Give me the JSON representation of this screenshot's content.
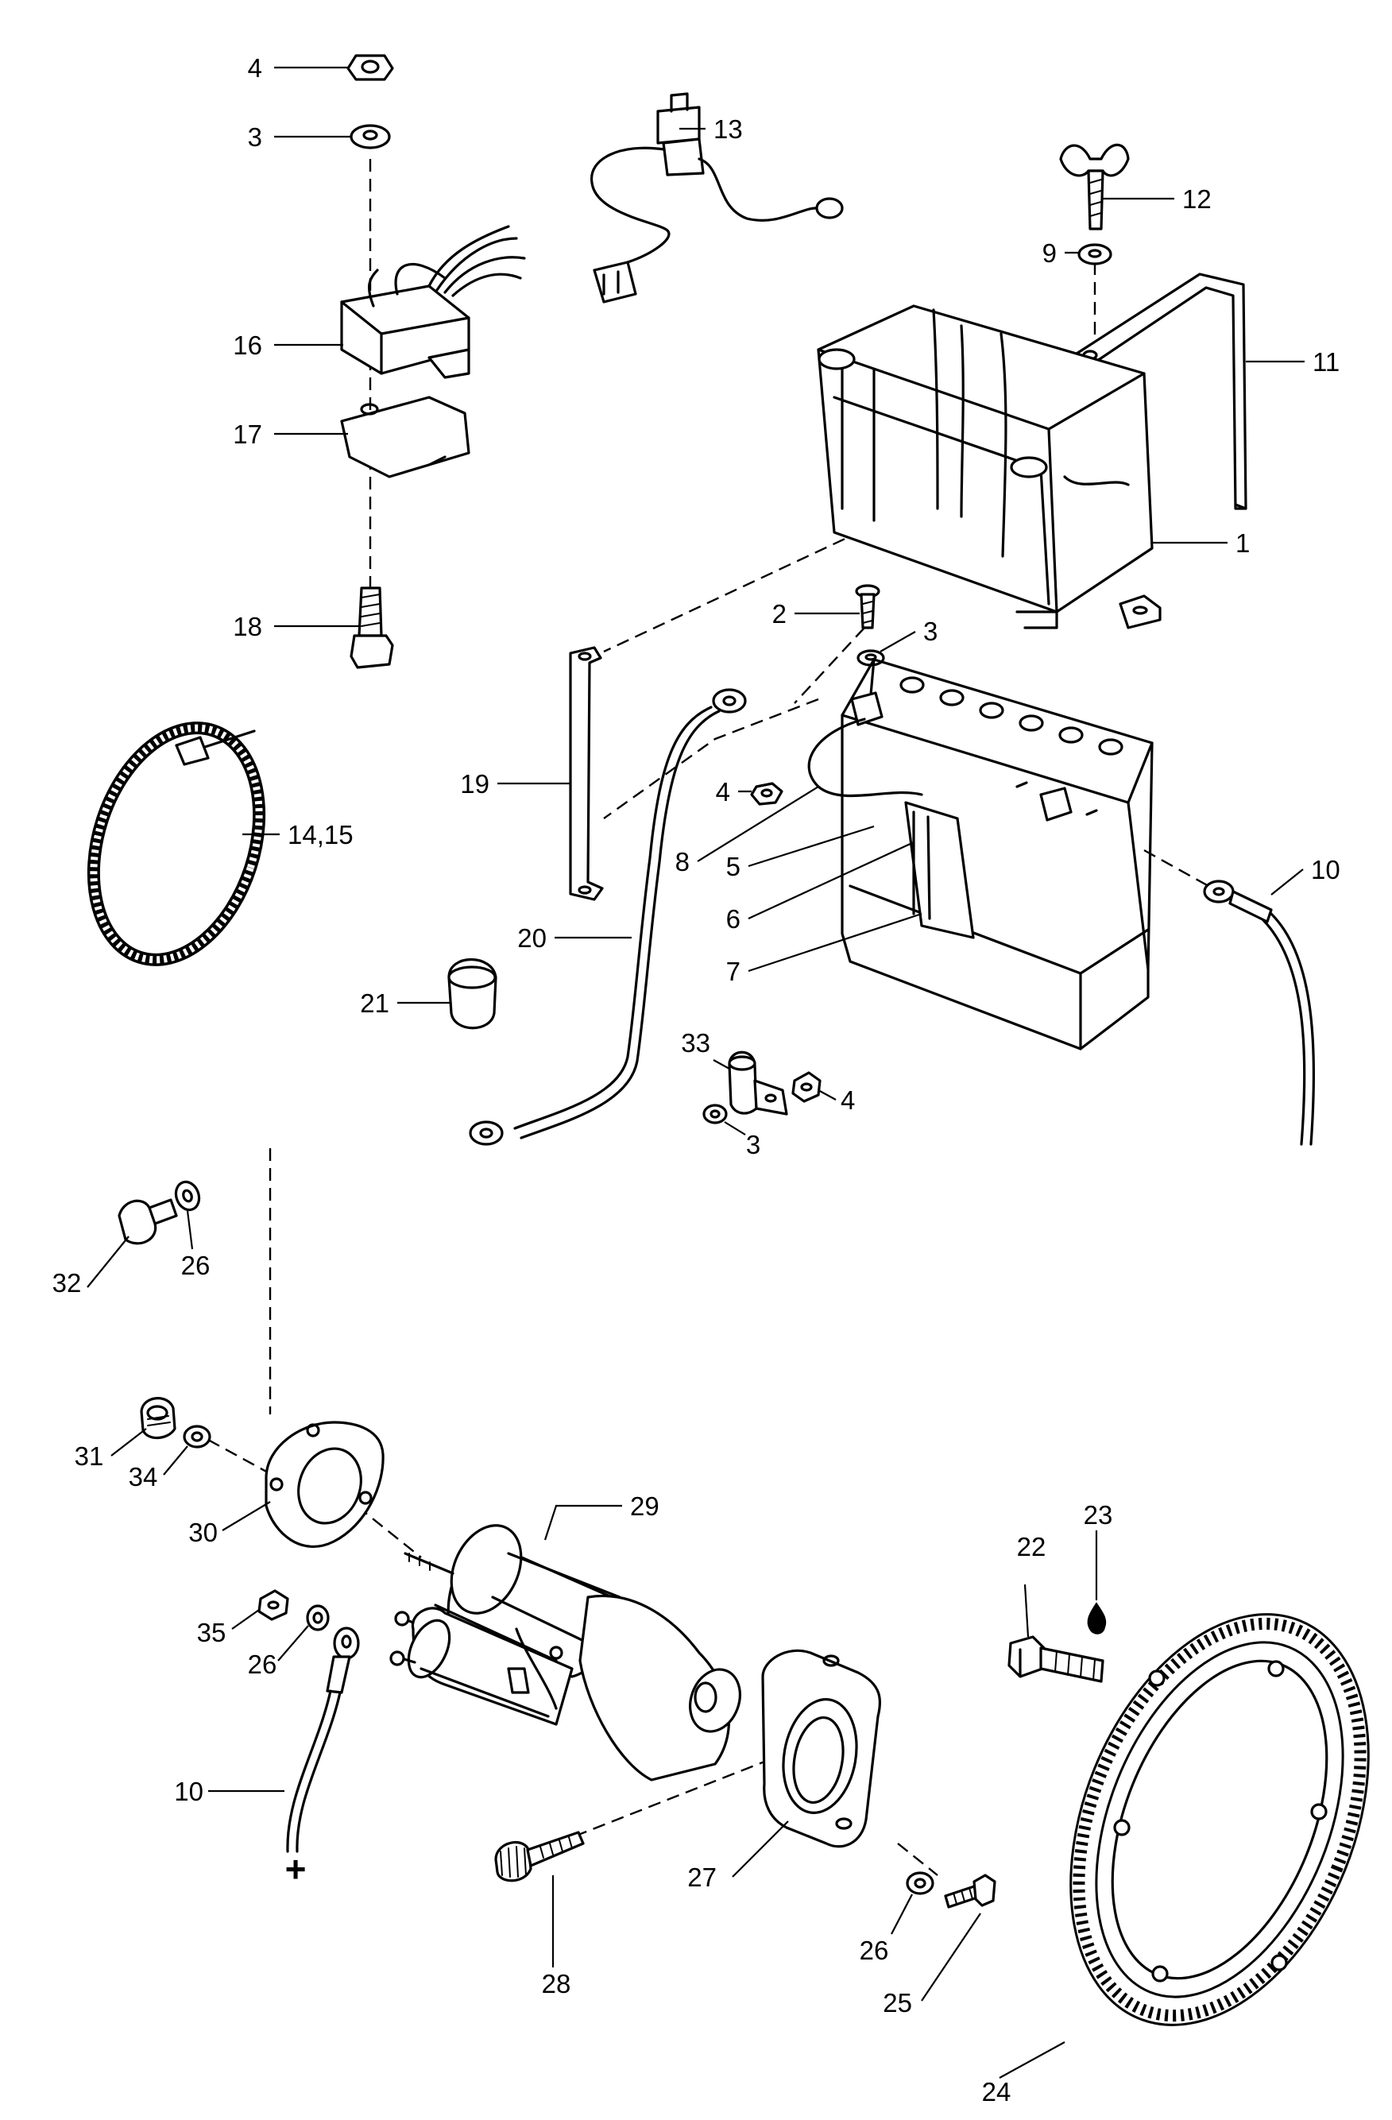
{
  "callouts": {
    "c1": "1",
    "c2": "2",
    "c3a": "3",
    "c3b": "3",
    "c3c": "3",
    "c4a": "4",
    "c4b": "4",
    "c4c": "4",
    "c5": "5",
    "c6": "6",
    "c7": "7",
    "c8": "8",
    "c9": "9",
    "c10a": "10",
    "c10b": "10",
    "c11": "11",
    "c12": "12",
    "c13": "13",
    "c1415": "14,15",
    "c16": "16",
    "c17": "17",
    "c18": "18",
    "c19": "19",
    "c20": "20",
    "c21": "21",
    "c22": "22",
    "c23": "23",
    "c24": "24",
    "c25": "25",
    "c26a": "26",
    "c26b": "26",
    "c26c": "26",
    "c27": "27",
    "c28": "28",
    "c29": "29",
    "c30": "30",
    "c31": "31",
    "c32": "32",
    "c33": "33",
    "c34": "34",
    "c35": "35"
  },
  "polarity_mark": "+"
}
